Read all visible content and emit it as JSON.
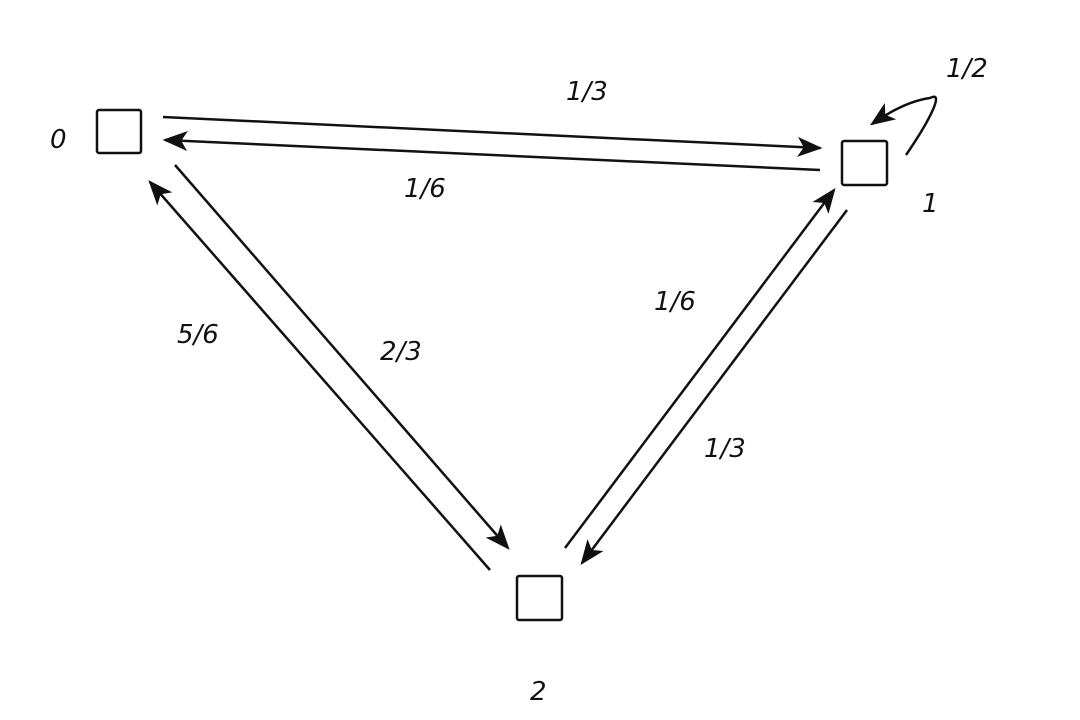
{
  "nodes": [
    {
      "id": "0",
      "label": "0"
    },
    {
      "id": "1",
      "label": "1"
    },
    {
      "id": "2",
      "label": "2"
    }
  ],
  "edges": [
    {
      "from": "0",
      "to": "1",
      "label": "1/3"
    },
    {
      "from": "1",
      "to": "0",
      "label": "1/6"
    },
    {
      "from": "1",
      "to": "1",
      "label": "1/2"
    },
    {
      "from": "0",
      "to": "2",
      "label": "2/3"
    },
    {
      "from": "2",
      "to": "0",
      "label": "5/6"
    },
    {
      "from": "1",
      "to": "2",
      "label": "1/3"
    },
    {
      "from": "2",
      "to": "1",
      "label": "1/6"
    }
  ]
}
